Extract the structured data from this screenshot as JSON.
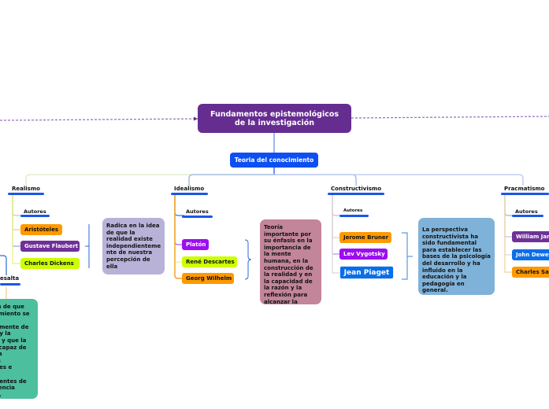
{
  "central": {
    "title": "Fundamentos epistemológicos de la     investigación"
  },
  "subtopic": {
    "label": "Teoria del conocimiento"
  },
  "branches": [
    {
      "label": "Realismo",
      "autores_label": "Autores",
      "authors": [
        "Aristóteles",
        "Gustave Flaubert",
        "Charles Dickens"
      ],
      "note": "Radica en la idea de que la realidad existe independienteme nte de nuestra percepción de ella"
    },
    {
      "label": "Idealismo",
      "autores_label": "Autores",
      "authors": [
        "Platón",
        "René Descartes",
        "Georg Wilhelm"
      ],
      "note": "Teoría importante por su énfasis en la importancia de la mente humana, en la construcción de la realidad y en la capacidad de la razón y la reflexión para alcanzar la verdad."
    },
    {
      "label": "Constructivismo",
      "autores_label": "Autores",
      "authors": [
        "Jerome Bruner",
        "Lev Vygotsky",
        "Jean Piaget"
      ],
      "note": " La perspectiva constructivista ha sido fundamental para establecer las bases de la psicología del desarrollo y ha influido en la educación y la pedagogía en general."
    },
    {
      "label": "Pracmatismo",
      "autores_label": "Autores",
      "authors": [
        "William James",
        "John Dewey",
        "Charles Sanders"
      ]
    }
  ],
  "partial_left": {
    "label": "esalta",
    "note_lines": "ea de que\ncimiento se\n\nalmente de\nn y la\nn, y que la\ns capaz de\nr a\nes\nales e\n\ndientes de\nriencia\nal."
  },
  "colors": {
    "central": "#662d91",
    "subtopic": "#0d4ff0",
    "orange": "#ff9900",
    "purple_dark": "#6f3198",
    "lime": "#ccff00",
    "violet": "#9b0ef0",
    "blue": "#0a6ee8",
    "note_lavender": "#b8b2d8",
    "note_rose": "#c28599",
    "note_blue": "#7fb2d9",
    "note_teal": "#4cbf9e"
  }
}
